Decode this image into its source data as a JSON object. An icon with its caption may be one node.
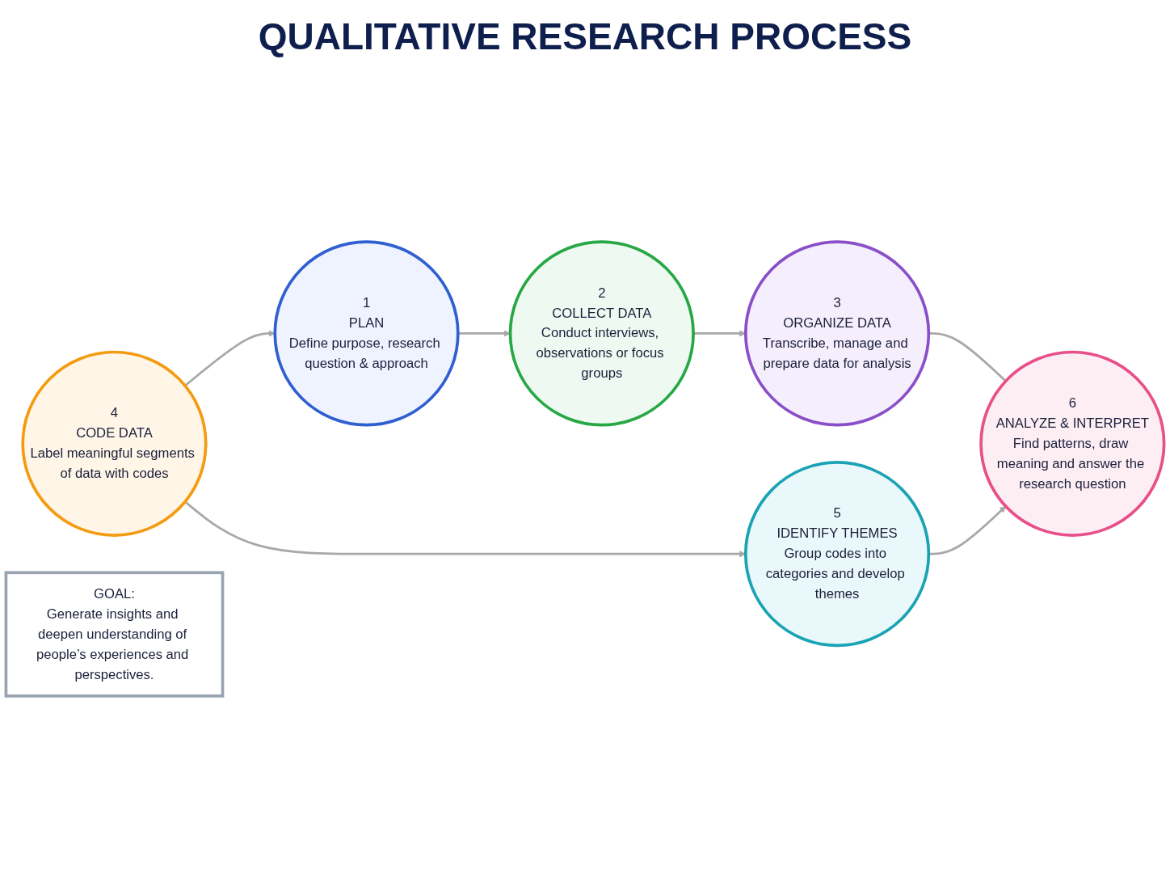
{
  "diagram": {
    "title": "QUALITATIVE RESEARCH PROCESS",
    "nodes": [
      {
        "text": [
          "1",
          "PLAN",
          "Define purpose, research question & approach"
        ]
      },
      {
        "text": [
          "2",
          "COLLECT DATA",
          "Conduct interviews, observations or focus groups"
        ]
      },
      {
        "text": [
          "3",
          "ORGANIZE DATA",
          "Transcribe, manage and prepare data for analysis"
        ]
      },
      {
        "text": [
          "4",
          "CODE DATA",
          "Label meaningful segments of data with codes"
        ]
      },
      {
        "text": [
          "5",
          "IDENTIFY THEMES",
          "Group codes into categories and develop themes"
        ]
      },
      {
        "text": [
          "6",
          "ANALYZE & INTERPRET",
          "Find patterns, draw meaning and answer the research question"
        ]
      },
      {
        "text": [
          "GOAL:",
          "Generate insights and deepen understanding of people’s experiences and perspectives."
        ]
      }
    ],
    "edges": [
      {
        "from": 0,
        "to": 1,
        "arrow": "to"
      },
      {
        "from": 1,
        "to": 2,
        "arrow": "to"
      },
      {
        "from": 2,
        "to": 5,
        "arrow": "none"
      },
      {
        "from": 3,
        "to": 4,
        "arrow": "to"
      },
      {
        "from": 4,
        "to": 5,
        "arrow": "to"
      },
      {
        "from": 3,
        "to": 0,
        "arrow": "to"
      }
    ]
  }
}
